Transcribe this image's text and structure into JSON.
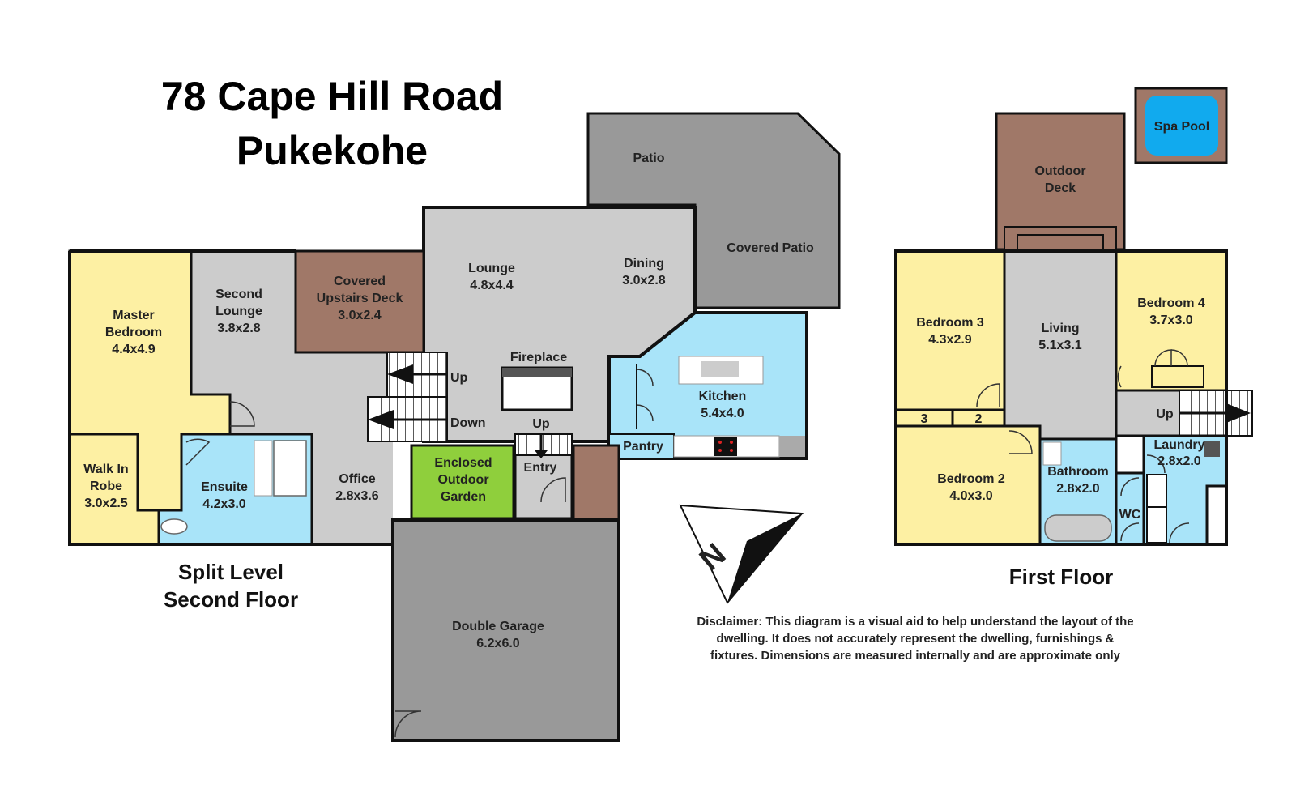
{
  "title": {
    "line1": "78 Cape Hill Road",
    "line2": "Pukekohe"
  },
  "floors": {
    "second_line1": "Split Level",
    "second_line2": "Second Floor",
    "first": "First Floor"
  },
  "colors": {
    "bedroom": "#fdf0a3",
    "living": "#cccccc",
    "wet_area": "#a9e4f9",
    "deck": "#a07868",
    "patio": "#999999",
    "garden": "#8fcf3c",
    "spa": "#11aaee",
    "wall": "#111111"
  },
  "rooms": {
    "master_bedroom": {
      "l1": "Master",
      "l2": "Bedroom",
      "dim": "4.4x4.9"
    },
    "walk_in_robe": {
      "l1": "Walk In",
      "l2": "Robe",
      "dim": "3.0x2.5"
    },
    "second_lounge": {
      "l1": "Second",
      "l2": "Lounge",
      "dim": "3.8x2.8"
    },
    "ensuite": {
      "l1": "Ensuite",
      "dim": "4.2x3.0"
    },
    "office": {
      "l1": "Office",
      "dim": "2.8x3.6"
    },
    "covered_upstairs_deck": {
      "l1": "Covered",
      "l2": "Upstairs Deck",
      "dim": "3.0x2.4"
    },
    "lounge": {
      "l1": "Lounge",
      "dim": "4.8x4.4"
    },
    "dining": {
      "l1": "Dining",
      "dim": "3.0x2.8"
    },
    "patio": {
      "l1": "Patio"
    },
    "covered_patio": {
      "l1": "Covered Patio"
    },
    "fireplace": {
      "l1": "Fireplace"
    },
    "kitchen": {
      "l1": "Kitchen",
      "dim": "5.4x4.0"
    },
    "pantry": {
      "l1": "Pantry"
    },
    "enclosed_outdoor_garden": {
      "l1": "Enclosed",
      "l2": "Outdoor",
      "l3": "Garden"
    },
    "entry": {
      "l1": "Entry"
    },
    "double_garage": {
      "l1": "Double Garage",
      "dim": "6.2x6.0"
    },
    "outdoor_deck": {
      "l1": "Outdoor",
      "l2": "Deck"
    },
    "spa_pool": {
      "l1": "Spa Pool"
    },
    "bedroom_3": {
      "l1": "Bedroom 3",
      "dim": "4.3x2.9"
    },
    "living": {
      "l1": "Living",
      "dim": "5.1x3.1"
    },
    "bedroom_4": {
      "l1": "Bedroom 4",
      "dim": "3.7x3.0"
    },
    "bedroom_2": {
      "l1": "Bedroom 2",
      "dim": "4.0x3.0"
    },
    "bathroom": {
      "l1": "Bathroom",
      "dim": "2.8x2.0"
    },
    "laundry": {
      "l1": "Laundry",
      "dim": "2.8x2.0"
    },
    "wc": {
      "l1": "WC"
    },
    "closet_3": {
      "l1": "3"
    },
    "closet_2": {
      "l1": "2"
    }
  },
  "stairs": {
    "up_left": "Up",
    "down_left": "Down",
    "up_entry": "Up",
    "up_first": "Up"
  },
  "compass": {
    "label": "N"
  },
  "disclaimer": {
    "l1": "Disclaimer: This diagram is a visual aid to help understand the layout of the",
    "l2": "dwelling. It does not accurately represent the dwelling, furnishings &",
    "l3": "fixtures. Dimensions are measured internally and are approximate only"
  }
}
